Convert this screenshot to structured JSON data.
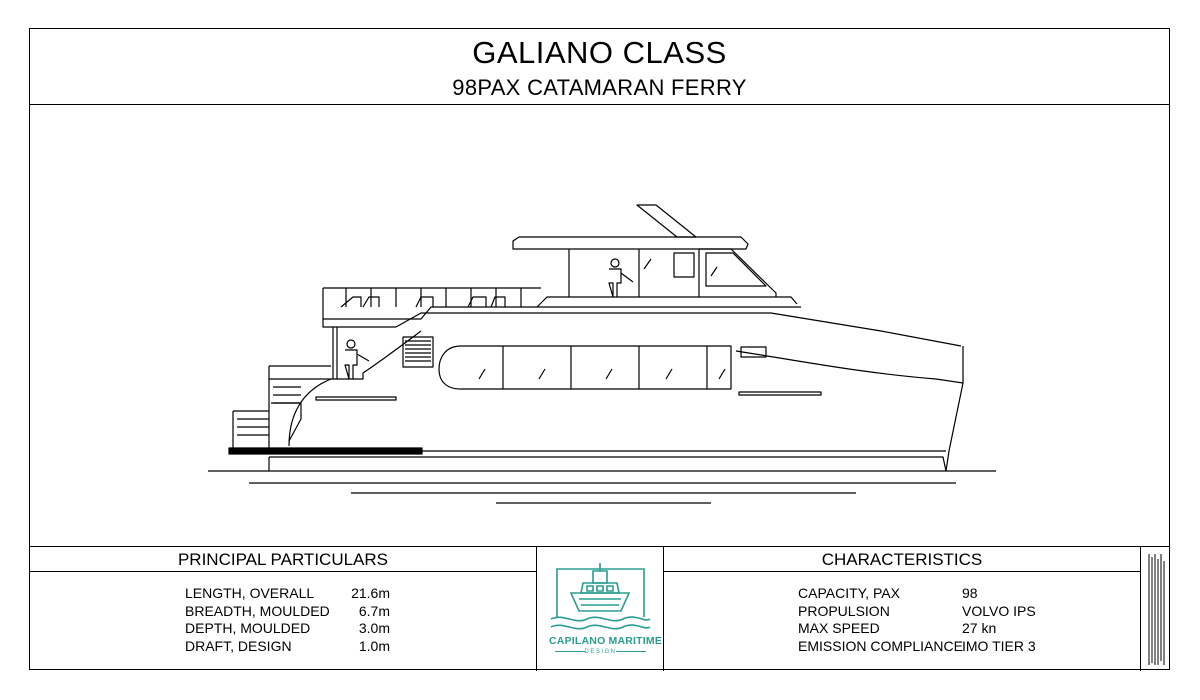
{
  "header": {
    "title": "GALIANO CLASS",
    "subtitle": "98PAX CATAMARAN FERRY"
  },
  "principal_particulars": {
    "heading": "PRINCIPAL PARTICULARS",
    "rows": [
      {
        "label": "LENGTH, OVERALL",
        "value": "21.6m"
      },
      {
        "label": "BREADTH, MOULDED",
        "value": "6.7m"
      },
      {
        "label": "DEPTH, MOULDED",
        "value": "3.0m"
      },
      {
        "label": "DRAFT, DESIGN",
        "value": "1.0m"
      }
    ]
  },
  "characteristics": {
    "heading": "CHARACTERISTICS",
    "rows": [
      {
        "label": "CAPACITY, PAX",
        "value": "98"
      },
      {
        "label": "PROPULSION",
        "value": "VOLVO IPS"
      },
      {
        "label": "MAX SPEED",
        "value": "27 kn"
      },
      {
        "label": "EMISSION COMPLIANCE",
        "value": "IMO TIER 3"
      }
    ]
  },
  "logo": {
    "name": "CAPILANO MARITIME",
    "sub": "DESIGN",
    "color": "#2a9d90"
  }
}
